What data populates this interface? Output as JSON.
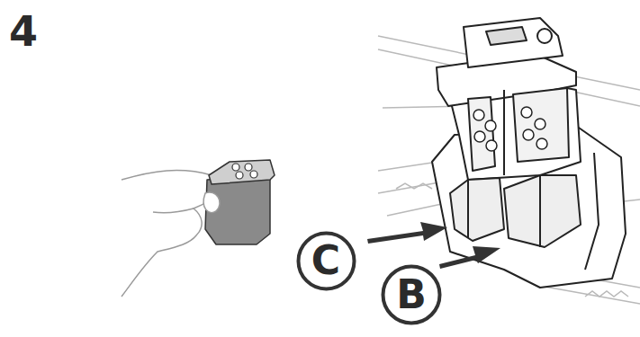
{
  "diagram": {
    "nodes": [
      {
        "text": [
          "C"
        ]
      },
      {
        "text": [
          "B"
        ]
      }
    ],
    "labels": [
      "4"
    ]
  }
}
